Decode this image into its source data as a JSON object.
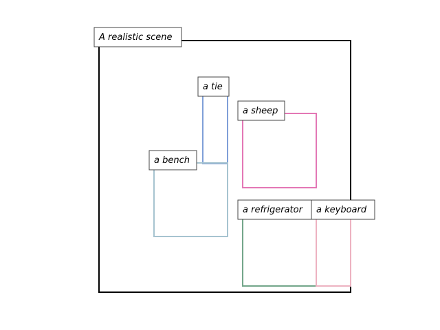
{
  "scene": {
    "label": "A realistic scene",
    "color": "#000000"
  },
  "objects": [
    {
      "label": "a tie",
      "color": "#7f9fd8"
    },
    {
      "label": "a sheep",
      "color": "#e377b5"
    },
    {
      "label": "a bench",
      "color": "#a6c3d0"
    },
    {
      "label": "a refrigerator",
      "color": "#73a68a"
    },
    {
      "label": "a keyboard",
      "color": "#edb2c1"
    }
  ]
}
